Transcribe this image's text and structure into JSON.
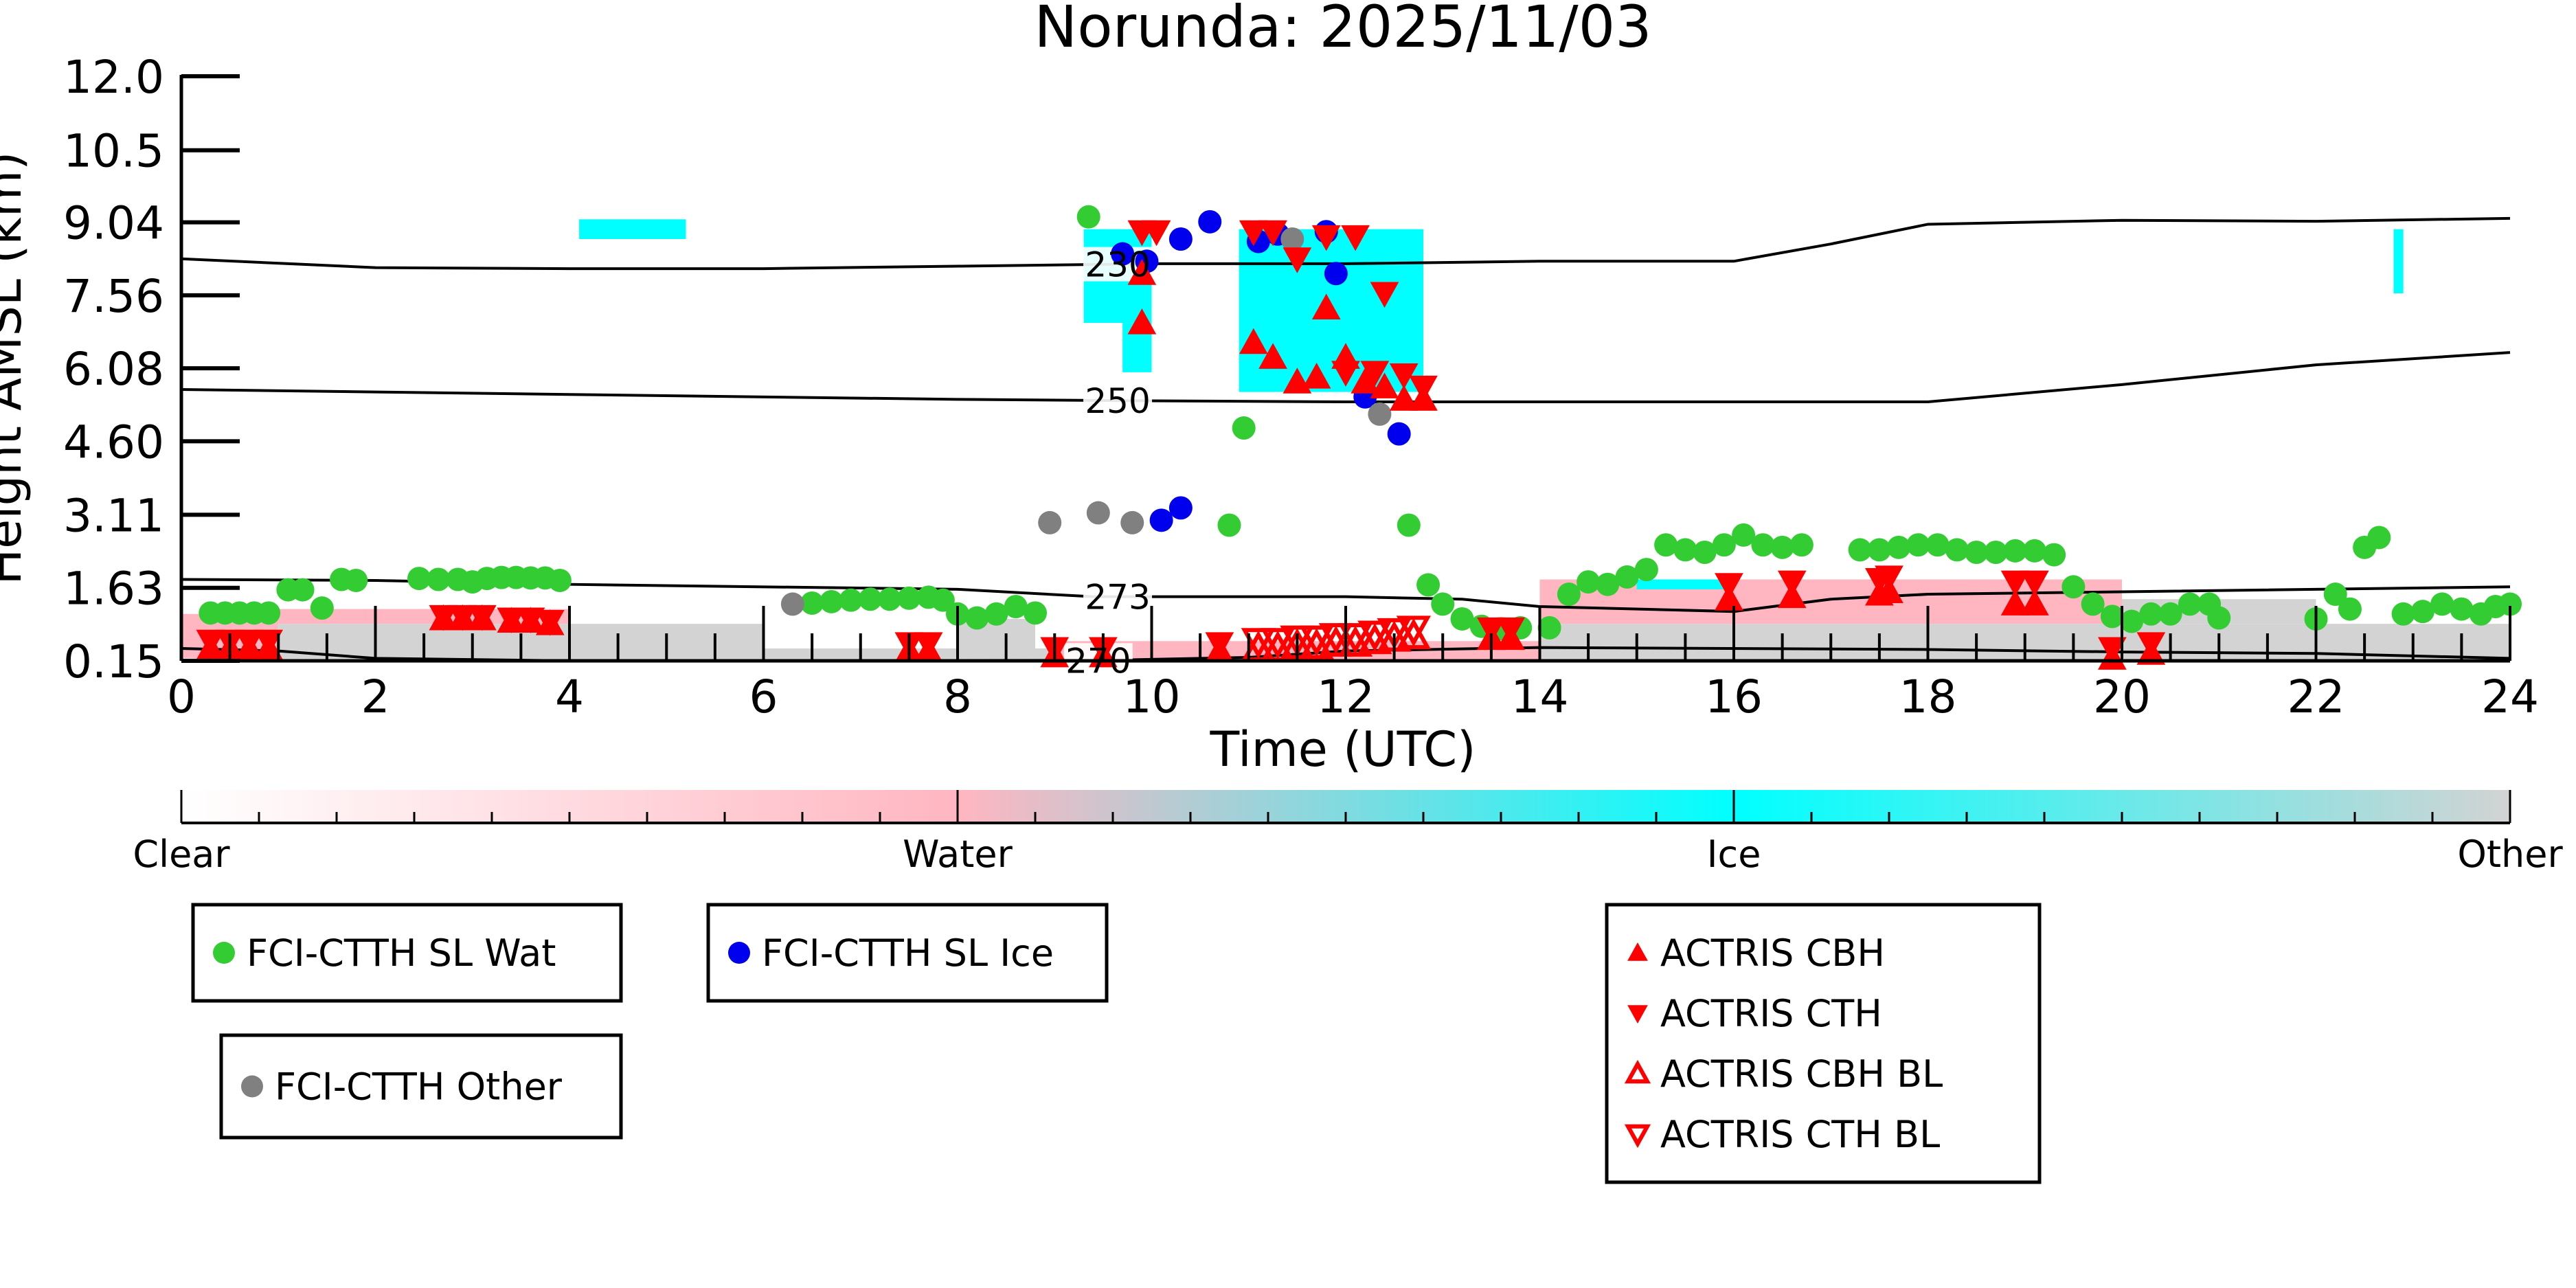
{
  "chart_data": {
    "type": "scatter",
    "title": "Norunda: 2025/11/03",
    "xlabel": "Time (UTC)",
    "ylabel": "Height AMSL (km)",
    "xlim": [
      0,
      24
    ],
    "ylim": [
      0.15,
      12.0
    ],
    "xticks": [
      0,
      2,
      4,
      6,
      8,
      10,
      12,
      14,
      16,
      18,
      20,
      22,
      24
    ],
    "yticks": [
      "0.15",
      "1.63",
      "3.11",
      "4.60",
      "6.08",
      "7.56",
      "9.04",
      "10.5",
      "12.0"
    ],
    "colorbar": {
      "labels": [
        "Clear",
        "Water",
        "Ice",
        "Other"
      ],
      "colors": [
        "#ffffff",
        "#ffb6c1",
        "#00ffff",
        "#d3d3d3"
      ]
    },
    "cloud_mask": [
      {
        "class": "Water",
        "x0": 0,
        "x1": 1.0,
        "y0": 0.2,
        "y1": 1.1
      },
      {
        "class": "Water",
        "x0": 1.0,
        "x1": 4.0,
        "y0": 0.9,
        "y1": 1.2
      },
      {
        "class": "Other",
        "x0": 1.0,
        "x1": 6.0,
        "y0": 0.15,
        "y1": 0.9
      },
      {
        "class": "Other",
        "x0": 6.0,
        "x1": 9.0,
        "y0": 0.15,
        "y1": 0.4
      },
      {
        "class": "Other",
        "x0": 8.0,
        "x1": 8.8,
        "y0": 0.4,
        "y1": 1.0
      },
      {
        "class": "Water",
        "x0": 9.0,
        "x1": 14.0,
        "y0": 0.15,
        "y1": 0.55
      },
      {
        "class": "Ice",
        "x0": 9.3,
        "x1": 10.0,
        "y0": 7.0,
        "y1": 8.9
      },
      {
        "class": "Ice",
        "x0": 9.7,
        "x1": 10.0,
        "y0": 6.0,
        "y1": 7.0
      },
      {
        "class": "Ice",
        "x0": 10.9,
        "x1": 12.8,
        "y0": 5.6,
        "y1": 8.9
      },
      {
        "class": "Ice",
        "x0": 4.1,
        "x1": 5.2,
        "y0": 8.7,
        "y1": 9.1
      },
      {
        "class": "Water",
        "x0": 14.0,
        "x1": 20.0,
        "y0": 0.9,
        "y1": 1.8
      },
      {
        "class": "Other",
        "x0": 14.0,
        "x1": 24.0,
        "y0": 0.15,
        "y1": 0.9
      },
      {
        "class": "Other",
        "x0": 20.0,
        "x1": 22.0,
        "y0": 0.9,
        "y1": 1.4
      },
      {
        "class": "Ice",
        "x0": 15.0,
        "x1": 16.0,
        "y0": 1.6,
        "y1": 1.8
      },
      {
        "class": "Ice",
        "x0": 22.8,
        "x1": 22.9,
        "y0": 7.6,
        "y1": 8.9
      }
    ],
    "contours": [
      {
        "label": "230",
        "label_x": 9.65,
        "points": [
          [
            0,
            8.3
          ],
          [
            2,
            8.12
          ],
          [
            4,
            8.1
          ],
          [
            6,
            8.1
          ],
          [
            8,
            8.15
          ],
          [
            10,
            8.2
          ],
          [
            12,
            8.2
          ],
          [
            14,
            8.25
          ],
          [
            16,
            8.25
          ],
          [
            17,
            8.6
          ],
          [
            18,
            9.0
          ],
          [
            20,
            9.08
          ],
          [
            22,
            9.06
          ],
          [
            24,
            9.12
          ]
        ]
      },
      {
        "label": "250",
        "label_x": 9.65,
        "points": [
          [
            0,
            5.65
          ],
          [
            4,
            5.55
          ],
          [
            8,
            5.45
          ],
          [
            10,
            5.42
          ],
          [
            12,
            5.4
          ],
          [
            16,
            5.4
          ],
          [
            18,
            5.4
          ],
          [
            20,
            5.75
          ],
          [
            22,
            6.15
          ],
          [
            24,
            6.4
          ]
        ]
      },
      {
        "label": "273",
        "label_x": 9.65,
        "points": [
          [
            0,
            1.8
          ],
          [
            2,
            1.78
          ],
          [
            4,
            1.7
          ],
          [
            8,
            1.6
          ],
          [
            9.4,
            1.45
          ],
          [
            12,
            1.45
          ],
          [
            13.2,
            1.4
          ],
          [
            14,
            1.25
          ],
          [
            16,
            1.15
          ],
          [
            17,
            1.4
          ],
          [
            18,
            1.5
          ],
          [
            20,
            1.55
          ],
          [
            24,
            1.65
          ]
        ]
      },
      {
        "label": "270",
        "label_x": 9.45,
        "points": [
          [
            0,
            0.4
          ],
          [
            1,
            0.35
          ],
          [
            2,
            0.2
          ],
          [
            4,
            0.15
          ],
          [
            9.5,
            0.16
          ],
          [
            11,
            0.22
          ],
          [
            12,
            0.35
          ],
          [
            14,
            0.42
          ],
          [
            18,
            0.38
          ],
          [
            20,
            0.33
          ],
          [
            22,
            0.3
          ],
          [
            24,
            0.2
          ]
        ]
      }
    ],
    "series": [
      {
        "name": "FCI-CTTH SL Wat",
        "marker": "circle",
        "color": "#33cc33",
        "points": [
          [
            0.3,
            1.12
          ],
          [
            0.45,
            1.12
          ],
          [
            0.6,
            1.12
          ],
          [
            0.75,
            1.12
          ],
          [
            0.9,
            1.12
          ],
          [
            1.1,
            1.59
          ],
          [
            1.25,
            1.59
          ],
          [
            1.45,
            1.22
          ],
          [
            1.65,
            1.8
          ],
          [
            1.8,
            1.78
          ],
          [
            2.45,
            1.82
          ],
          [
            2.65,
            1.8
          ],
          [
            2.85,
            1.8
          ],
          [
            3.0,
            1.75
          ],
          [
            3.15,
            1.82
          ],
          [
            3.3,
            1.84
          ],
          [
            3.45,
            1.84
          ],
          [
            3.6,
            1.83
          ],
          [
            3.75,
            1.83
          ],
          [
            3.9,
            1.78
          ],
          [
            6.5,
            1.32
          ],
          [
            6.7,
            1.35
          ],
          [
            6.9,
            1.38
          ],
          [
            7.1,
            1.4
          ],
          [
            7.3,
            1.4
          ],
          [
            7.5,
            1.42
          ],
          [
            7.7,
            1.44
          ],
          [
            7.85,
            1.38
          ],
          [
            8.0,
            1.1
          ],
          [
            8.2,
            1.02
          ],
          [
            8.4,
            1.1
          ],
          [
            8.6,
            1.25
          ],
          [
            8.8,
            1.12
          ],
          [
            9.35,
            9.15
          ],
          [
            10.8,
            2.9
          ],
          [
            10.95,
            4.87
          ],
          [
            12.65,
            2.9
          ],
          [
            12.85,
            1.69
          ],
          [
            13.0,
            1.3
          ],
          [
            13.2,
            1.0
          ],
          [
            13.4,
            0.85
          ],
          [
            13.6,
            0.8
          ],
          [
            13.8,
            0.82
          ],
          [
            14.1,
            0.82
          ],
          [
            14.3,
            1.5
          ],
          [
            14.5,
            1.75
          ],
          [
            14.7,
            1.7
          ],
          [
            14.9,
            1.85
          ],
          [
            15.1,
            2.0
          ],
          [
            15.3,
            2.5
          ],
          [
            15.5,
            2.4
          ],
          [
            15.7,
            2.35
          ],
          [
            15.9,
            2.5
          ],
          [
            16.1,
            2.7
          ],
          [
            16.3,
            2.5
          ],
          [
            16.5,
            2.45
          ],
          [
            16.7,
            2.5
          ],
          [
            17.3,
            2.4
          ],
          [
            17.5,
            2.4
          ],
          [
            17.7,
            2.45
          ],
          [
            17.9,
            2.5
          ],
          [
            18.1,
            2.5
          ],
          [
            18.3,
            2.4
          ],
          [
            18.5,
            2.35
          ],
          [
            18.7,
            2.35
          ],
          [
            18.9,
            2.38
          ],
          [
            19.1,
            2.38
          ],
          [
            19.3,
            2.3
          ],
          [
            19.5,
            1.65
          ],
          [
            19.7,
            1.3
          ],
          [
            19.9,
            1.05
          ],
          [
            20.1,
            0.95
          ],
          [
            20.3,
            1.1
          ],
          [
            20.5,
            1.1
          ],
          [
            20.7,
            1.3
          ],
          [
            20.9,
            1.3
          ],
          [
            21.0,
            1.02
          ],
          [
            22.0,
            1.0
          ],
          [
            22.2,
            1.5
          ],
          [
            22.35,
            1.2
          ],
          [
            22.5,
            2.45
          ],
          [
            22.65,
            2.65
          ],
          [
            22.9,
            1.1
          ],
          [
            23.1,
            1.15
          ],
          [
            23.3,
            1.3
          ],
          [
            23.5,
            1.2
          ],
          [
            23.7,
            1.1
          ],
          [
            23.85,
            1.25
          ],
          [
            24.0,
            1.3
          ]
        ]
      },
      {
        "name": "FCI-CTTH SL Ice",
        "marker": "circle",
        "color": "#0000ee",
        "points": [
          [
            9.7,
            8.4
          ],
          [
            9.95,
            8.25
          ],
          [
            10.3,
            8.7
          ],
          [
            10.6,
            9.05
          ],
          [
            11.1,
            8.65
          ],
          [
            11.3,
            8.8
          ],
          [
            11.8,
            8.85
          ],
          [
            11.9,
            8.0
          ],
          [
            12.2,
            5.5
          ],
          [
            12.55,
            4.75
          ],
          [
            10.1,
            3.0
          ],
          [
            10.3,
            3.25
          ]
        ]
      },
      {
        "name": "FCI-CTTH Other",
        "marker": "circle",
        "color": "#808080",
        "points": [
          [
            8.95,
            2.95
          ],
          [
            9.45,
            3.15
          ],
          [
            9.8,
            2.95
          ],
          [
            11.45,
            8.7
          ],
          [
            12.35,
            5.15
          ],
          [
            6.3,
            1.3
          ]
        ]
      },
      {
        "name": "ACTRIS CBH",
        "marker": "triangle-up",
        "color": "#ff0000",
        "points": [
          [
            0.3,
            0.4
          ],
          [
            0.5,
            0.4
          ],
          [
            0.7,
            0.4
          ],
          [
            0.9,
            0.4
          ],
          [
            2.7,
            1.0
          ],
          [
            2.9,
            1.0
          ],
          [
            3.1,
            1.0
          ],
          [
            3.4,
            0.95
          ],
          [
            3.6,
            0.95
          ],
          [
            3.8,
            0.9
          ],
          [
            7.5,
            0.35
          ],
          [
            7.7,
            0.35
          ],
          [
            9.0,
            0.25
          ],
          [
            9.5,
            0.25
          ],
          [
            9.9,
            7.0
          ],
          [
            9.9,
            8.0
          ],
          [
            10.7,
            0.35
          ],
          [
            11.05,
            6.6
          ],
          [
            11.25,
            6.3
          ],
          [
            11.5,
            5.8
          ],
          [
            11.7,
            5.9
          ],
          [
            11.8,
            7.3
          ],
          [
            12.0,
            6.3
          ],
          [
            12.2,
            5.8
          ],
          [
            12.4,
            5.7
          ],
          [
            12.6,
            5.45
          ],
          [
            12.8,
            5.45
          ],
          [
            19.9,
            0.2
          ],
          [
            20.3,
            0.3
          ],
          [
            15.95,
            1.4
          ],
          [
            16.6,
            1.45
          ],
          [
            17.5,
            1.5
          ],
          [
            17.6,
            1.55
          ],
          [
            18.9,
            1.3
          ],
          [
            19.1,
            1.3
          ],
          [
            13.5,
            0.6
          ],
          [
            13.7,
            0.6
          ]
        ]
      },
      {
        "name": "ACTRIS CTH",
        "marker": "triangle-down",
        "color": "#ff0000",
        "points": [
          [
            0.3,
            0.55
          ],
          [
            0.5,
            0.55
          ],
          [
            0.7,
            0.55
          ],
          [
            0.9,
            0.55
          ],
          [
            2.7,
            1.05
          ],
          [
            2.9,
            1.05
          ],
          [
            3.1,
            1.05
          ],
          [
            3.4,
            1.0
          ],
          [
            3.6,
            1.0
          ],
          [
            3.8,
            0.95
          ],
          [
            7.5,
            0.5
          ],
          [
            7.7,
            0.5
          ],
          [
            9.0,
            0.4
          ],
          [
            9.5,
            0.4
          ],
          [
            9.9,
            8.85
          ],
          [
            10.05,
            8.85
          ],
          [
            10.7,
            0.5
          ],
          [
            11.05,
            8.85
          ],
          [
            11.25,
            8.85
          ],
          [
            11.5,
            8.3
          ],
          [
            11.8,
            8.75
          ],
          [
            12.1,
            8.75
          ],
          [
            12.4,
            7.6
          ],
          [
            12.0,
            6.0
          ],
          [
            12.3,
            6.0
          ],
          [
            12.6,
            5.95
          ],
          [
            12.8,
            5.7
          ],
          [
            19.9,
            0.4
          ],
          [
            20.3,
            0.5
          ],
          [
            15.95,
            1.7
          ],
          [
            16.6,
            1.75
          ],
          [
            17.5,
            1.8
          ],
          [
            17.6,
            1.85
          ],
          [
            18.9,
            1.75
          ],
          [
            19.1,
            1.75
          ],
          [
            13.5,
            0.8
          ],
          [
            13.7,
            0.8
          ]
        ]
      },
      {
        "name": "ACTRIS CBH BL",
        "marker": "triangle-up-open",
        "color": "#ff0000",
        "points": [
          [
            11.1,
            0.4
          ],
          [
            11.3,
            0.4
          ],
          [
            11.5,
            0.45
          ],
          [
            11.7,
            0.45
          ],
          [
            11.9,
            0.5
          ],
          [
            12.1,
            0.5
          ],
          [
            12.3,
            0.55
          ],
          [
            12.5,
            0.6
          ],
          [
            12.7,
            0.65
          ]
        ]
      },
      {
        "name": "ACTRIS CTH BL",
        "marker": "triangle-down-open",
        "color": "#ff0000",
        "points": [
          [
            11.1,
            0.55
          ],
          [
            11.3,
            0.55
          ],
          [
            11.5,
            0.6
          ],
          [
            11.7,
            0.6
          ],
          [
            11.9,
            0.65
          ],
          [
            12.1,
            0.65
          ],
          [
            12.3,
            0.7
          ],
          [
            12.5,
            0.75
          ],
          [
            12.7,
            0.8
          ]
        ]
      }
    ],
    "legends": [
      {
        "entries": [
          "FCI-CTTH SL Wat"
        ]
      },
      {
        "entries": [
          "FCI-CTTH Other"
        ]
      },
      {
        "entries": [
          "FCI-CTTH SL Ice"
        ]
      },
      {
        "entries": [
          "ACTRIS CBH",
          "ACTRIS CTH",
          "ACTRIS CBH BL",
          "ACTRIS CTH BL"
        ]
      }
    ]
  }
}
